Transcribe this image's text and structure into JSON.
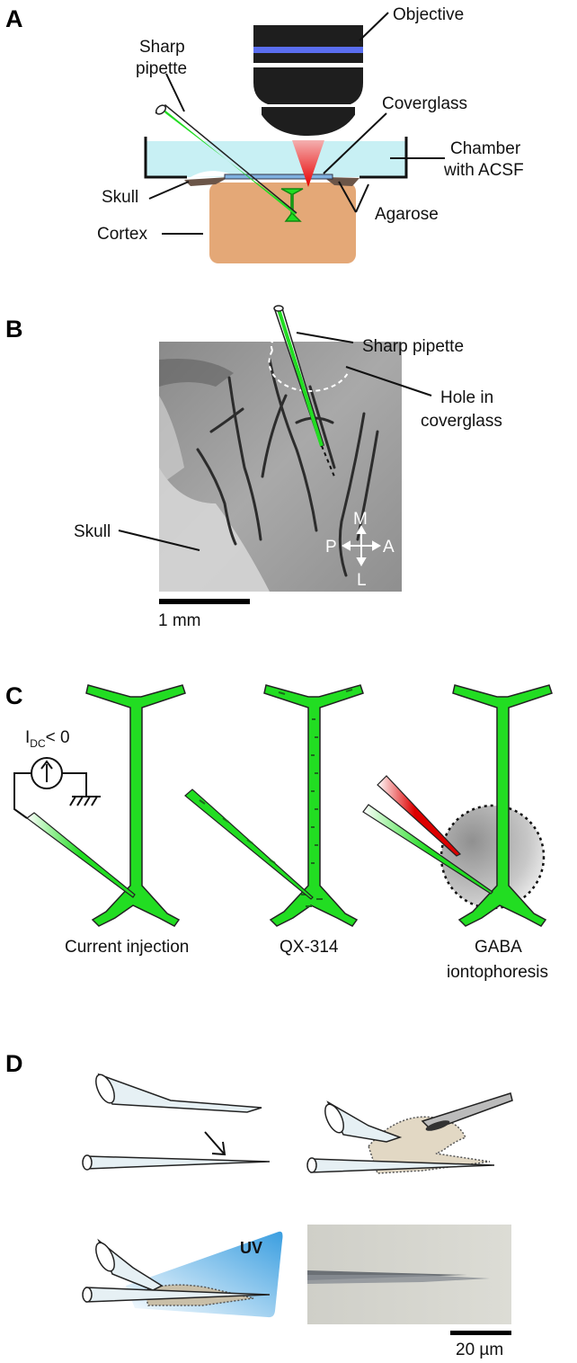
{
  "panels": [
    "A",
    "B",
    "C",
    "D"
  ],
  "panel_a": {
    "objective": "Objective",
    "sharp_pipette_1": "Sharp",
    "sharp_pipette_2": "pipette",
    "coverglass": "Coverglass",
    "chamber_1": "Chamber",
    "chamber_2": "with ACSF",
    "skull": "Skull",
    "agarose": "Agarose",
    "cortex": "Cortex"
  },
  "panel_b": {
    "sharp_pipette": "Sharp pipette",
    "hole_1": "Hole in",
    "hole_2": "coverglass",
    "skull": "Skull",
    "compass": {
      "m": "M",
      "l": "L",
      "p": "P",
      "a": "A"
    },
    "scale_bar": "1 mm"
  },
  "panel_c": {
    "current_main": "I",
    "current_sub": "DC",
    "current_rest": "< 0",
    "label_1": "Current injection",
    "label_2": "QX-314",
    "label_3a": "GABA",
    "label_3b": "iontophoresis"
  },
  "panel_d": {
    "uv": "UV",
    "scale_bar": "20 µm"
  },
  "colors": {
    "neuron_green": "#22dd22",
    "acsf": "#c8f0f4",
    "cortex": "#e4a877",
    "laser_red": "#e01010",
    "uv_blue": "#4aa8e0"
  }
}
